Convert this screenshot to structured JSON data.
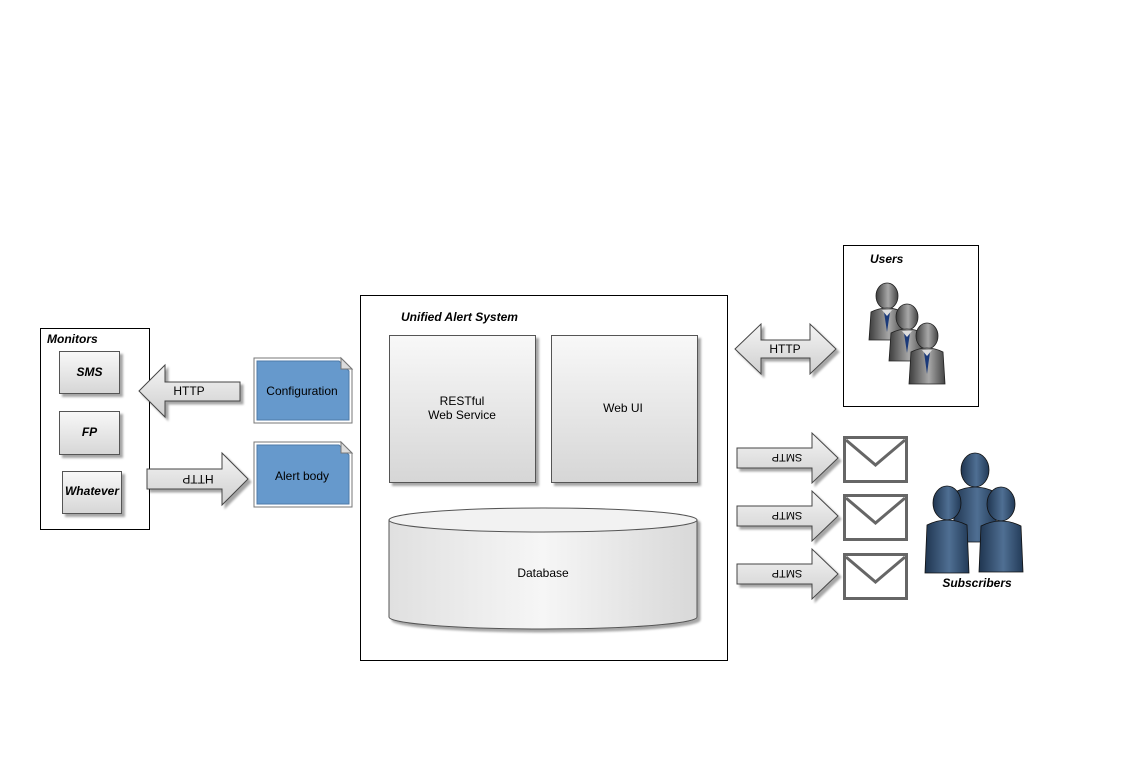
{
  "monitors": {
    "title": "Monitors",
    "items": [
      "SMS",
      "FP",
      "Whatever"
    ]
  },
  "arrows": {
    "http_to_monitors": "HTTP",
    "http_from_monitors": "HTTP",
    "http_users": "HTTP",
    "smtp": [
      "SMTP",
      "SMTP",
      "SMTP"
    ]
  },
  "documents": {
    "configuration": "Configuration",
    "alert_body": "Alert body"
  },
  "system": {
    "title": "Unified Alert System",
    "restful_line1": "RESTful",
    "restful_line2": "Web Service",
    "web_ui": "Web UI",
    "database": "Database"
  },
  "users": {
    "title": "Users"
  },
  "subscribers": {
    "title": "Subscribers"
  },
  "colors": {
    "document_fill": "#6699cc",
    "box_gradient_top": "#f7f7f7",
    "box_gradient_bottom": "#d9d9d9",
    "person_dark_blue": "#2e4a6b",
    "person_gray": "#8a8a8a"
  }
}
